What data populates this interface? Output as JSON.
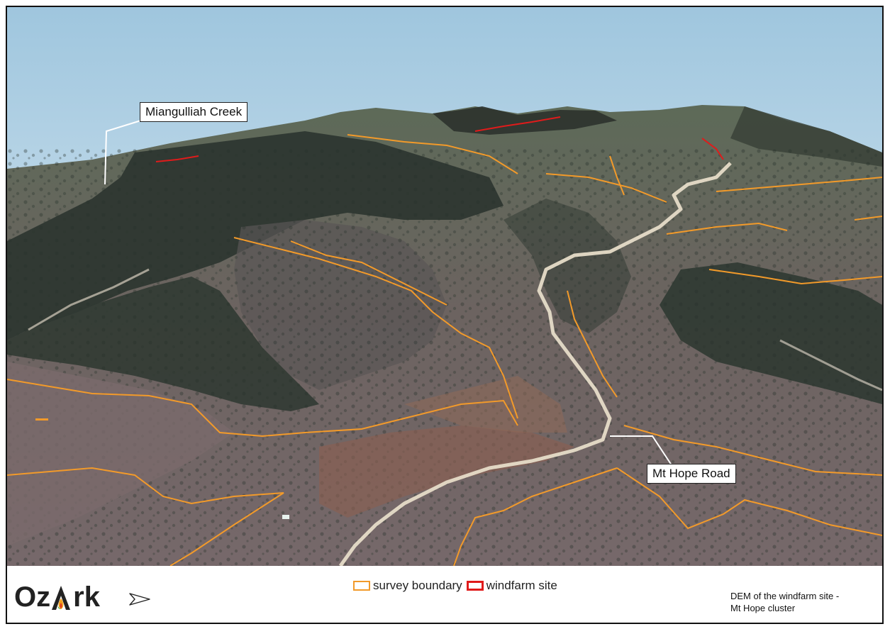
{
  "map": {
    "labels": {
      "creek": "Miangulliah Creek",
      "road": "Mt Hope Road"
    },
    "colors": {
      "sky": "#a8cbe0",
      "survey_boundary": "#f29a2a",
      "windfarm_site": "#e01b1b",
      "road": "#e8ddc6"
    }
  },
  "legend": {
    "survey_boundary": "survey boundary",
    "windfarm_site": "windfarm site"
  },
  "logo": {
    "text_o": "O",
    "text_z": "z",
    "text_ark": "rk",
    "icon": "flame-a-icon"
  },
  "north_arrow_icon": "north-arrow-icon",
  "caption": {
    "line1": "DEM of the windfarm site -",
    "line2": "Mt Hope cluster"
  }
}
